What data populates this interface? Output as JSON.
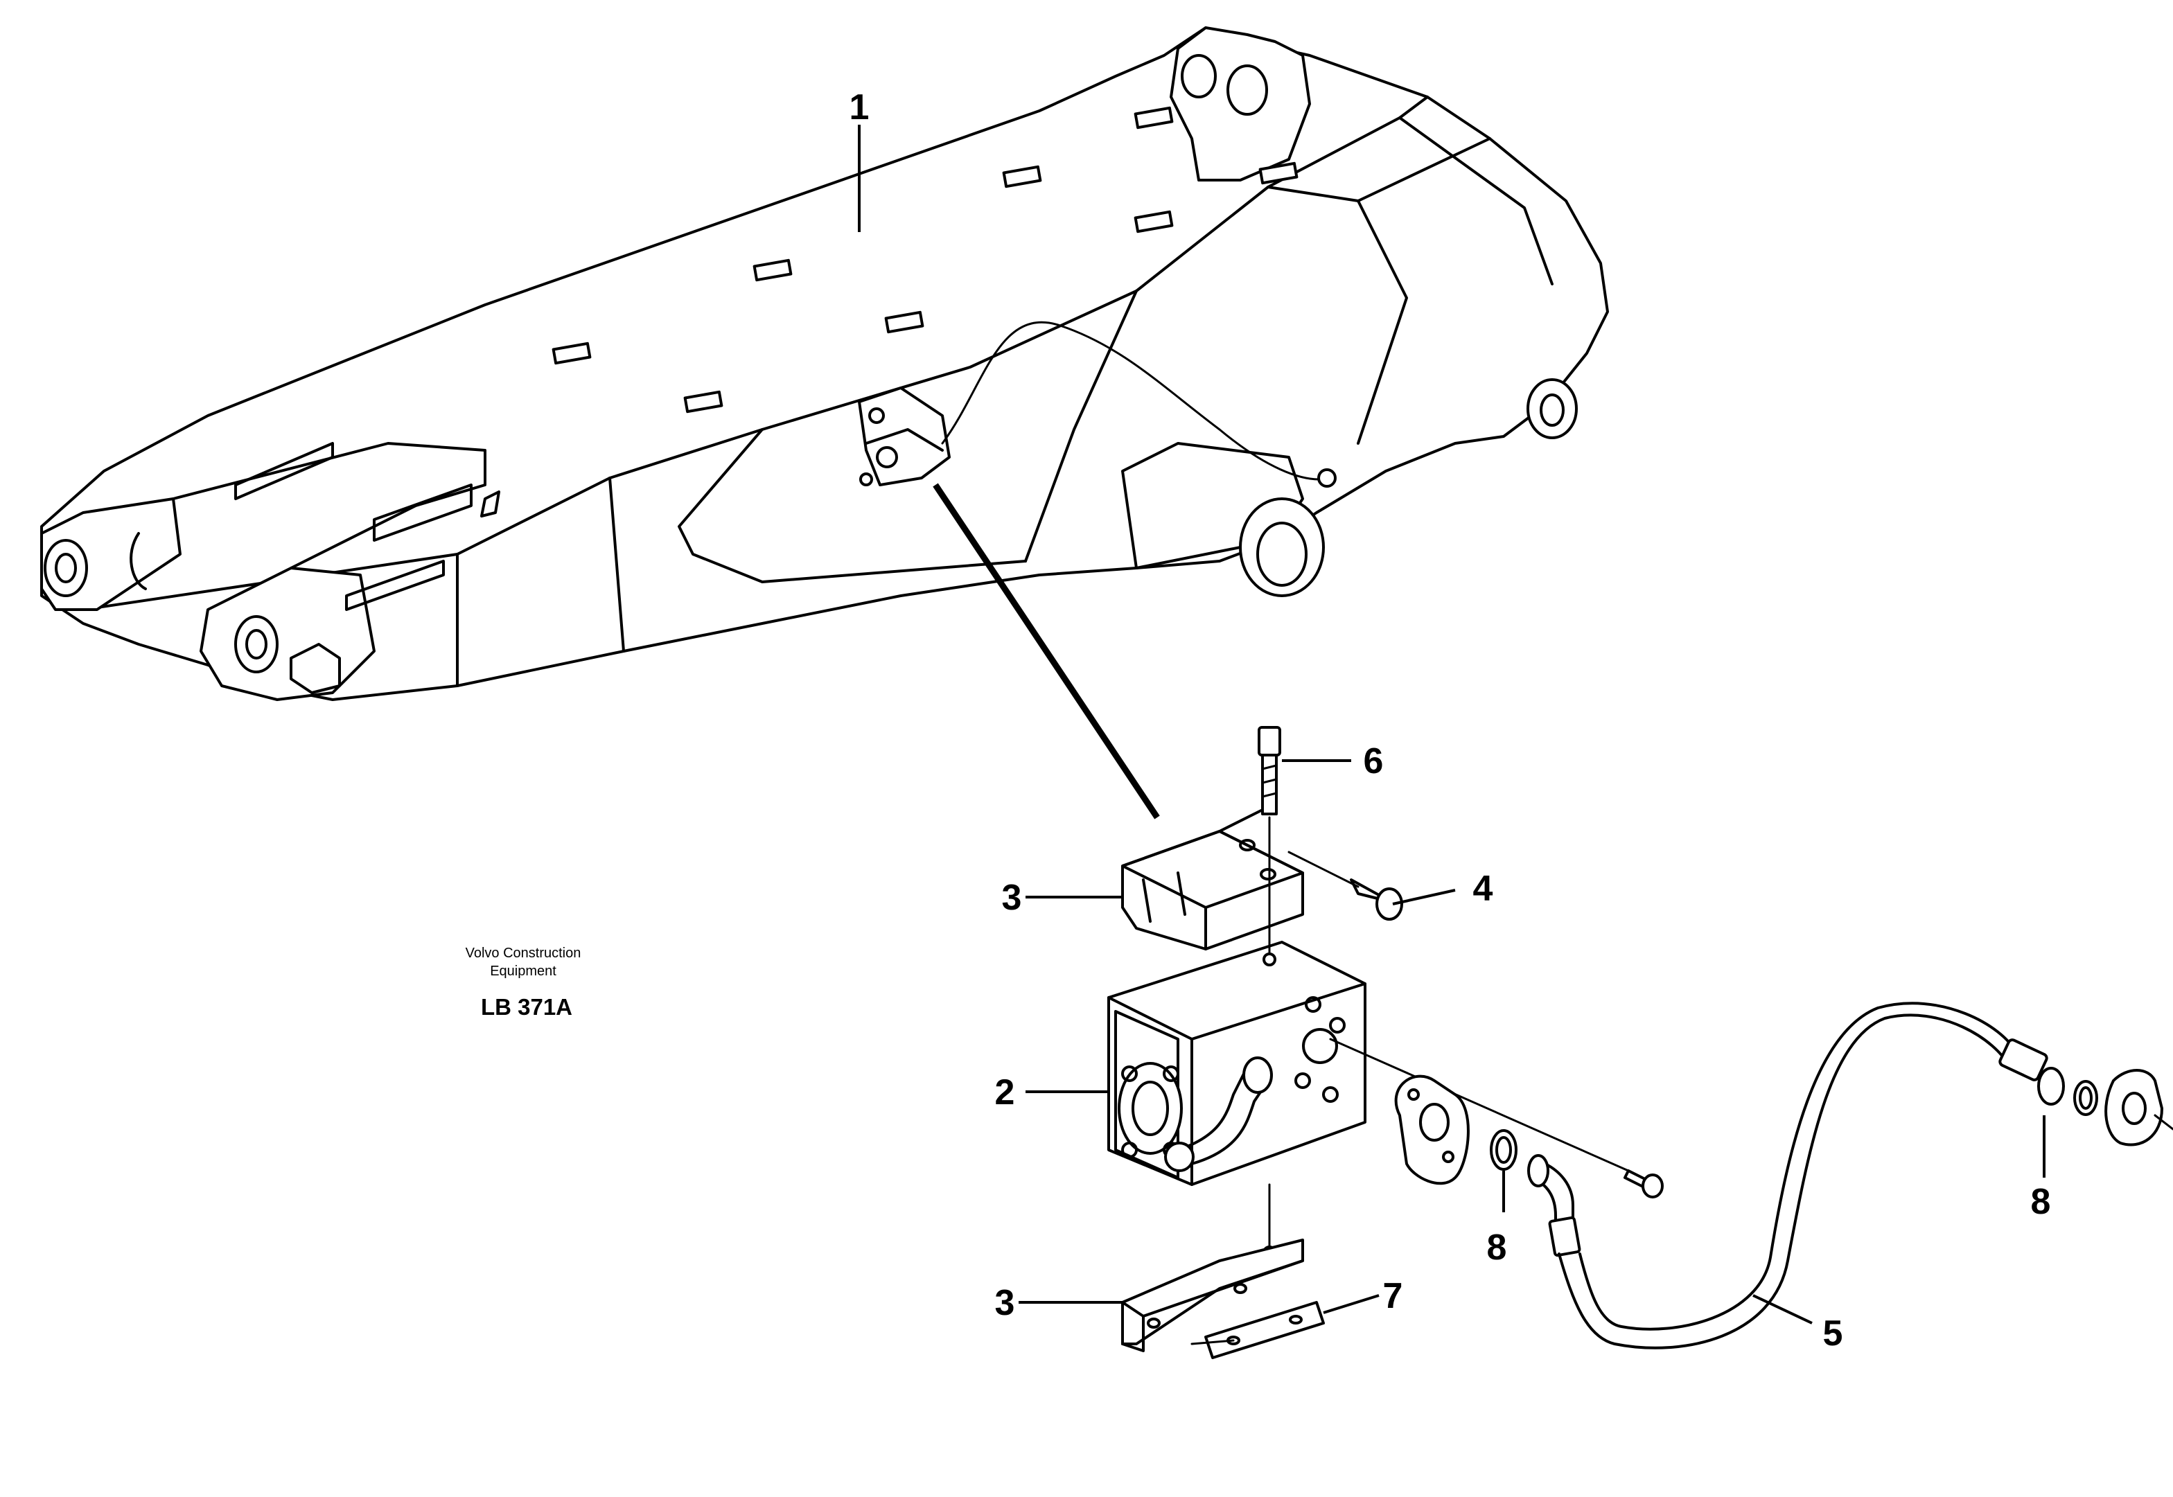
{
  "caption": {
    "maker_line1": "Volvo Construction",
    "maker_line2": "Equipment",
    "code": "LB 371A"
  },
  "callouts": {
    "boom": "1",
    "valve_block": "2",
    "bracket_upper": "3",
    "bracket_lower": "3",
    "screw_side": "4",
    "hose": "5",
    "screw_top": "6",
    "plate": "7",
    "o_ring_left": "8",
    "o_ring_right": "8"
  }
}
